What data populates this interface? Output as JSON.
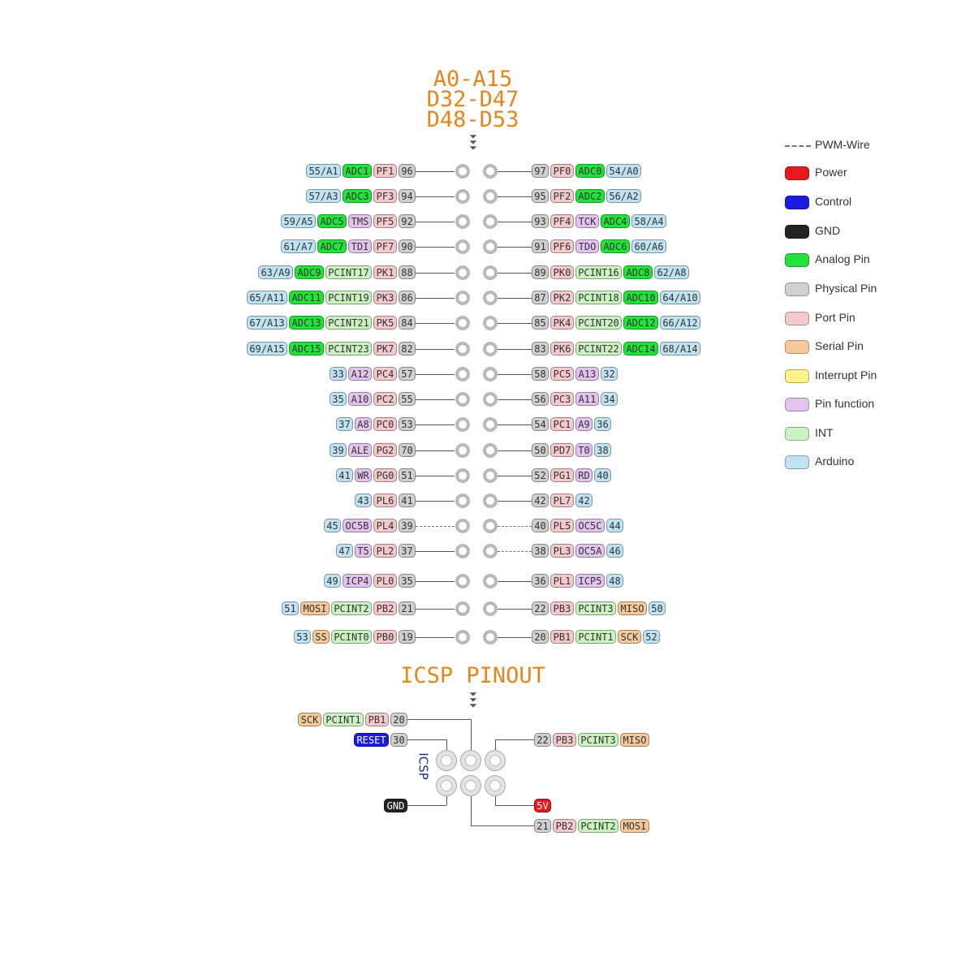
{
  "header": {
    "lines": [
      "A0-A15",
      "D32-D47",
      "D48-D53"
    ]
  },
  "icsp_title": "ICSP PINOUT",
  "icsp_vertical_label": "ICSP",
  "colors": {
    "arduino": "#bfe3f2",
    "analog": "#22e33a",
    "port": "#f4c9cb",
    "physical": "#d0d0d0",
    "func": "#e2c4ee",
    "int": "#cbf3c2",
    "serial": "#f6c99a",
    "control": "#1c1ce0",
    "power": "#e8191e",
    "gnd": "#222222"
  },
  "legend": [
    {
      "label": "PWM-Wire",
      "type": "wire"
    },
    {
      "label": "Power",
      "color": "#e8191e"
    },
    {
      "label": "Control",
      "color": "#1c1ce0"
    },
    {
      "label": "GND",
      "color": "#222222"
    },
    {
      "label": "Analog Pin",
      "color": "#22e33a"
    },
    {
      "label": "Physical Pin",
      "color": "#d0d0d0"
    },
    {
      "label": "Port Pin",
      "color": "#f4c9cb"
    },
    {
      "label": "Serial Pin",
      "color": "#f6c99a"
    },
    {
      "label": "Interrupt Pin",
      "color": "#fbf38a"
    },
    {
      "label": "Pin function",
      "color": "#e2c4ee"
    },
    {
      "label": "INT",
      "color": "#cbf3c2"
    },
    {
      "label": "Arduino",
      "color": "#bfe3f2"
    }
  ],
  "rows": [
    {
      "left_label": "A1",
      "right_label": "A0",
      "left": [
        [
          "55/A1",
          "arduino"
        ],
        [
          "ADC1",
          "analog"
        ],
        [
          "PF1",
          "port"
        ],
        [
          "96",
          "physical"
        ]
      ],
      "right": [
        [
          "97",
          "physical"
        ],
        [
          "PF0",
          "port"
        ],
        [
          "ADC0",
          "analog"
        ],
        [
          "54/A0",
          "arduino"
        ]
      ]
    },
    {
      "left_label": "A3",
      "right_label": "A2",
      "left": [
        [
          "57/A3",
          "arduino"
        ],
        [
          "ADC3",
          "analog"
        ],
        [
          "PF3",
          "port"
        ],
        [
          "94",
          "physical"
        ]
      ],
      "right": [
        [
          "95",
          "physical"
        ],
        [
          "PF2",
          "port"
        ],
        [
          "ADC2",
          "analog"
        ],
        [
          "56/A2",
          "arduino"
        ]
      ]
    },
    {
      "left_label": "A5",
      "right_label": "A4",
      "left": [
        [
          "59/A5",
          "arduino"
        ],
        [
          "ADC5",
          "analog"
        ],
        [
          "TMS",
          "func"
        ],
        [
          "PF5",
          "port"
        ],
        [
          "92",
          "physical"
        ]
      ],
      "right": [
        [
          "93",
          "physical"
        ],
        [
          "PF4",
          "port"
        ],
        [
          "TCK",
          "func"
        ],
        [
          "ADC4",
          "analog"
        ],
        [
          "58/A4",
          "arduino"
        ]
      ]
    },
    {
      "left_label": "A7",
      "right_label": "A6",
      "left": [
        [
          "61/A7",
          "arduino"
        ],
        [
          "ADC7",
          "analog"
        ],
        [
          "TDI",
          "func"
        ],
        [
          "PF7",
          "port"
        ],
        [
          "90",
          "physical"
        ]
      ],
      "right": [
        [
          "91",
          "physical"
        ],
        [
          "PF6",
          "port"
        ],
        [
          "TDO",
          "func"
        ],
        [
          "ADC6",
          "analog"
        ],
        [
          "60/A6",
          "arduino"
        ]
      ]
    },
    {
      "left_label": "A9",
      "right_label": "A8",
      "left": [
        [
          "63/A9",
          "arduino"
        ],
        [
          "ADC9",
          "analog"
        ],
        [
          "PCINT17",
          "int"
        ],
        [
          "PK1",
          "port"
        ],
        [
          "88",
          "physical"
        ]
      ],
      "right": [
        [
          "89",
          "physical"
        ],
        [
          "PK0",
          "port"
        ],
        [
          "PCINT16",
          "int"
        ],
        [
          "ADC8",
          "analog"
        ],
        [
          "62/A8",
          "arduino"
        ]
      ]
    },
    {
      "left_label": "A11",
      "right_label": "A10",
      "left": [
        [
          "65/A11",
          "arduino"
        ],
        [
          "ADC11",
          "analog"
        ],
        [
          "PCINT19",
          "int"
        ],
        [
          "PK3",
          "port"
        ],
        [
          "86",
          "physical"
        ]
      ],
      "right": [
        [
          "87",
          "physical"
        ],
        [
          "PK2",
          "port"
        ],
        [
          "PCINT18",
          "int"
        ],
        [
          "ADC10",
          "analog"
        ],
        [
          "64/A10",
          "arduino"
        ]
      ]
    },
    {
      "left_label": "A13",
      "right_label": "A12",
      "left": [
        [
          "67/A13",
          "arduino"
        ],
        [
          "ADC13",
          "analog"
        ],
        [
          "PCINT21",
          "int"
        ],
        [
          "PK5",
          "port"
        ],
        [
          "84",
          "physical"
        ]
      ],
      "right": [
        [
          "85",
          "physical"
        ],
        [
          "PK4",
          "port"
        ],
        [
          "PCINT20",
          "int"
        ],
        [
          "ADC12",
          "analog"
        ],
        [
          "66/A12",
          "arduino"
        ]
      ]
    },
    {
      "left_label": "A15",
      "right_label": "A14",
      "left": [
        [
          "69/A15",
          "arduino"
        ],
        [
          "ADC15",
          "analog"
        ],
        [
          "PCINT23",
          "int"
        ],
        [
          "PK7",
          "port"
        ],
        [
          "82",
          "physical"
        ]
      ],
      "right": [
        [
          "83",
          "physical"
        ],
        [
          "PK6",
          "port"
        ],
        [
          "PCINT22",
          "int"
        ],
        [
          "ADC14",
          "analog"
        ],
        [
          "68/A14",
          "arduino"
        ]
      ]
    },
    {
      "left_label": "D33",
      "right_label": "D32",
      "left": [
        [
          "33",
          "arduino"
        ],
        [
          "A12",
          "func"
        ],
        [
          "PC4",
          "port"
        ],
        [
          "57",
          "physical"
        ]
      ],
      "right": [
        [
          "58",
          "physical"
        ],
        [
          "PC5",
          "port"
        ],
        [
          "A13",
          "func"
        ],
        [
          "32",
          "arduino"
        ]
      ]
    },
    {
      "left_label": "D35",
      "right_label": "D34",
      "left": [
        [
          "35",
          "arduino"
        ],
        [
          "A10",
          "func"
        ],
        [
          "PC2",
          "port"
        ],
        [
          "55",
          "physical"
        ]
      ],
      "right": [
        [
          "56",
          "physical"
        ],
        [
          "PC3",
          "port"
        ],
        [
          "A11",
          "func"
        ],
        [
          "34",
          "arduino"
        ]
      ]
    },
    {
      "left_label": "D37",
      "right_label": "D36",
      "left": [
        [
          "37",
          "arduino"
        ],
        [
          "A8",
          "func"
        ],
        [
          "PC0",
          "port"
        ],
        [
          "53",
          "physical"
        ]
      ],
      "right": [
        [
          "54",
          "physical"
        ],
        [
          "PC1",
          "port"
        ],
        [
          "A9",
          "func"
        ],
        [
          "36",
          "arduino"
        ]
      ]
    },
    {
      "left_label": "D39",
      "right_label": "D38",
      "left": [
        [
          "39",
          "arduino"
        ],
        [
          "ALE",
          "func"
        ],
        [
          "PG2",
          "port"
        ],
        [
          "70",
          "physical"
        ]
      ],
      "right": [
        [
          "50",
          "physical"
        ],
        [
          "PD7",
          "port"
        ],
        [
          "T0",
          "func"
        ],
        [
          "38",
          "arduino"
        ]
      ]
    },
    {
      "left_label": "D41",
      "right_label": "D40",
      "left": [
        [
          "41",
          "arduino"
        ],
        [
          "WR",
          "func"
        ],
        [
          "PG0",
          "port"
        ],
        [
          "51",
          "physical"
        ]
      ],
      "right": [
        [
          "52",
          "physical"
        ],
        [
          "PG1",
          "port"
        ],
        [
          "RD",
          "func"
        ],
        [
          "40",
          "arduino"
        ]
      ]
    },
    {
      "left_label": "D43",
      "right_label": "D42",
      "left": [
        [
          "43",
          "arduino"
        ],
        [
          "PL6",
          "port"
        ],
        [
          "41",
          "physical"
        ]
      ],
      "right": [
        [
          "42",
          "physical"
        ],
        [
          "PL7",
          "port"
        ],
        [
          "42",
          "arduino"
        ]
      ]
    },
    {
      "left_label": "D45",
      "right_label": "D44",
      "left_pwm": true,
      "right_pwm": true,
      "left": [
        [
          "45",
          "arduino"
        ],
        [
          "OC5B",
          "func"
        ],
        [
          "PL4",
          "port"
        ],
        [
          "39",
          "physical"
        ]
      ],
      "right": [
        [
          "40",
          "physical"
        ],
        [
          "PL5",
          "port"
        ],
        [
          "OC5C",
          "func"
        ],
        [
          "44",
          "arduino"
        ]
      ]
    },
    {
      "left_label": "D47",
      "right_label": "D46",
      "right_pwm": true,
      "left": [
        [
          "47",
          "arduino"
        ],
        [
          "T5",
          "func"
        ],
        [
          "PL2",
          "port"
        ],
        [
          "37",
          "physical"
        ]
      ],
      "right": [
        [
          "38",
          "physical"
        ],
        [
          "PL3",
          "port"
        ],
        [
          "OC5A",
          "func"
        ],
        [
          "46",
          "arduino"
        ]
      ]
    },
    {
      "left_label": "D49",
      "right_label": "D48",
      "left": [
        [
          "49",
          "arduino"
        ],
        [
          "ICP4",
          "func"
        ],
        [
          "PL0",
          "port"
        ],
        [
          "35",
          "physical"
        ]
      ],
      "right": [
        [
          "36",
          "physical"
        ],
        [
          "PL1",
          "port"
        ],
        [
          "ICP5",
          "func"
        ],
        [
          "48",
          "arduino"
        ]
      ]
    },
    {
      "left_label": "D51",
      "right_label": "D50",
      "left": [
        [
          "51",
          "arduino"
        ],
        [
          "MOSI",
          "serial"
        ],
        [
          "PCINT2",
          "int"
        ],
        [
          "PB2",
          "port"
        ],
        [
          "21",
          "physical"
        ]
      ],
      "right": [
        [
          "22",
          "physical"
        ],
        [
          "PB3",
          "port"
        ],
        [
          "PCINT3",
          "int"
        ],
        [
          "MISO",
          "serial"
        ],
        [
          "50",
          "arduino"
        ]
      ]
    },
    {
      "left_label": "D53",
      "right_label": "D52",
      "left": [
        [
          "53",
          "arduino"
        ],
        [
          "SS",
          "serial"
        ],
        [
          "PCINT0",
          "int"
        ],
        [
          "PB0",
          "port"
        ],
        [
          "19",
          "physical"
        ]
      ],
      "right": [
        [
          "20",
          "physical"
        ],
        [
          "PB1",
          "port"
        ],
        [
          "PCINT1",
          "int"
        ],
        [
          "SCK",
          "serial"
        ],
        [
          "52",
          "arduino"
        ]
      ]
    }
  ],
  "icsp": {
    "top_left": [
      [
        "SCK",
        "serial"
      ],
      [
        "PCINT1",
        "int"
      ],
      [
        "PB1",
        "port"
      ],
      [
        "20",
        "physical"
      ]
    ],
    "reset": [
      [
        "RESET",
        "control"
      ],
      [
        "30",
        "physical"
      ]
    ],
    "gnd": [
      [
        "GND",
        "gnd"
      ]
    ],
    "top_right": [
      [
        "22",
        "physical"
      ],
      [
        "PB3",
        "port"
      ],
      [
        "PCINT3",
        "int"
      ],
      [
        "MISO",
        "serial"
      ]
    ],
    "power": [
      [
        "5V",
        "power"
      ]
    ],
    "bottom_right": [
      [
        "21",
        "physical"
      ],
      [
        "PB2",
        "port"
      ],
      [
        "PCINT2",
        "int"
      ],
      [
        "MOSI",
        "serial"
      ]
    ]
  }
}
